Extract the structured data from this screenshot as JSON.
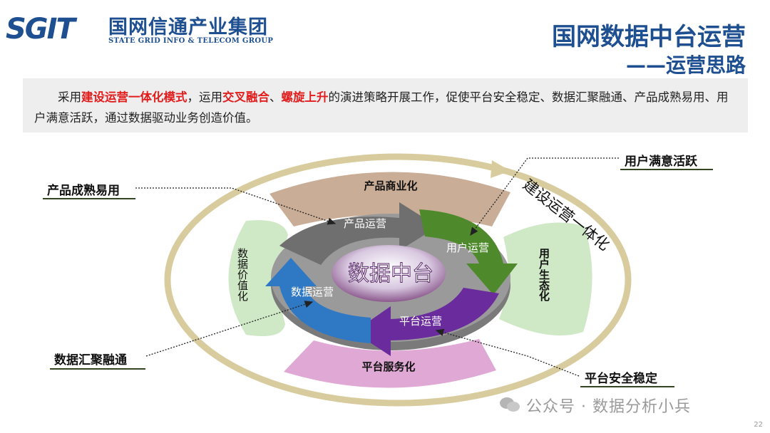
{
  "header": {
    "logo_mark": "SGIT",
    "logo_cn": "国网信通产业集团",
    "logo_en": "STATE GRID INFO & TELECOM GROUP",
    "title_line1": "国网数据中台运营",
    "title_line2": "——运营思路"
  },
  "intro": {
    "t1": "采用",
    "h1": "建设运营一体化模式",
    "t2": "，运用",
    "h2": "交叉融合",
    "t3": "、",
    "h3": "螺旋上升",
    "t4": "的演进策略开展工作，促使平台安全稳定、数据汇聚融通、产品成熟易用、用户满意活跃，通过数据驱动业务创造价值。"
  },
  "diagram": {
    "center": "数据中台",
    "outer_ring_label": "建设运营一体化",
    "petals": {
      "top": "产品商业化",
      "right": "用户生态化",
      "bottom": "平台服务化",
      "left": "数据价值化"
    },
    "arrows": {
      "gray": "产品运营",
      "green": "用户运营",
      "purple": "平台运营",
      "blue": "数据运营"
    },
    "callouts": {
      "top_left": "产品成熟易用",
      "top_right": "用户满意活跃",
      "bottom_left": "数据汇聚融通",
      "bottom_right": "平台安全稳定"
    }
  },
  "footer": {
    "watermark": "公众号 · 数据分析小兵",
    "page": "22"
  },
  "colors": {
    "brand_blue": "#1d4f91",
    "highlight_red": "#e21d1d",
    "ring_gold": "#d8cc9e",
    "petal_top": "#c9ad96",
    "petal_right": "#cfe8c6",
    "petal_bottom": "#e0a8d4",
    "petal_left": "#cfe8c6",
    "arrow_gray": "#6f6f6f",
    "arrow_green": "#4e8a2c",
    "arrow_purple": "#6a2c9c",
    "arrow_blue": "#2f78c4"
  }
}
